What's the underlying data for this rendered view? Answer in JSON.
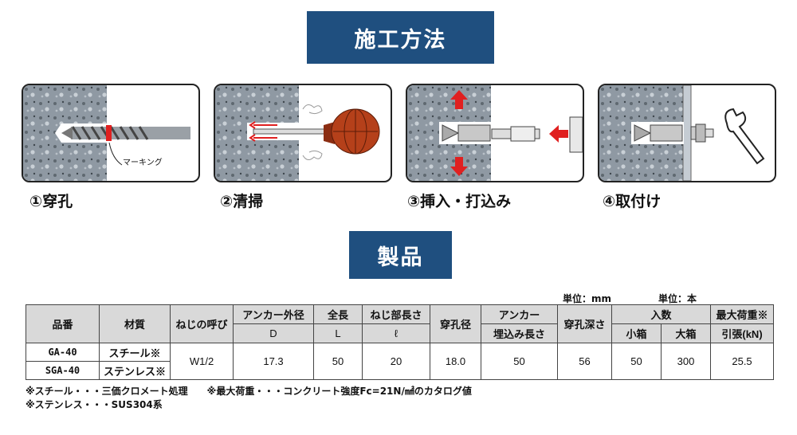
{
  "method_banner": "施工方法",
  "product_banner": "製品",
  "steps": [
    {
      "label": "①穿孔",
      "callout": "マーキング"
    },
    {
      "label": "②清掃"
    },
    {
      "label": "③挿入・打込み"
    },
    {
      "label": "④取付け"
    }
  ],
  "units": {
    "mm": "単位：mm",
    "pcs": "単位：本"
  },
  "table": {
    "headers": {
      "part_no": "品番",
      "material": "材質",
      "thread": "ねじの呼び",
      "outer_dia": "アンカー外径",
      "outer_dia_sym": "D",
      "length": "全長",
      "length_sym": "L",
      "thread_len": "ねじ部長さ",
      "thread_len_sym": "ℓ",
      "hole_dia": "穿孔径",
      "embed_1": "アンカー",
      "embed_2": "埋込み長さ",
      "hole_depth": "穿孔深さ",
      "qty": "入数",
      "qty_small": "小箱",
      "qty_large": "大箱",
      "max_load": "最大荷重※",
      "max_load_2": "引張(kN)"
    },
    "rows": [
      {
        "part_no": "GA-40",
        "material": "スチール※"
      },
      {
        "part_no": "SGA-40",
        "material": "ステンレス※"
      }
    ],
    "shared": {
      "thread": "W1/2",
      "outer_dia": "17.3",
      "length": "50",
      "thread_len": "20",
      "hole_dia": "18.0",
      "embed": "50",
      "hole_depth": "56",
      "qty_small": "50",
      "qty_large": "300",
      "max_load": "25.5"
    }
  },
  "notes": {
    "steel": "※スチール・・・三価クロメート処理",
    "load": "※最大荷重・・・コンクリート強度Fc=21N/㎟のカタログ値",
    "stainless": "※ステンレス・・・SUS304系"
  },
  "colors": {
    "banner": "#1f4f7f",
    "header_fill": "#d9d9d9",
    "arrow_red": "#e02020",
    "bulb": "#b5401a"
  }
}
